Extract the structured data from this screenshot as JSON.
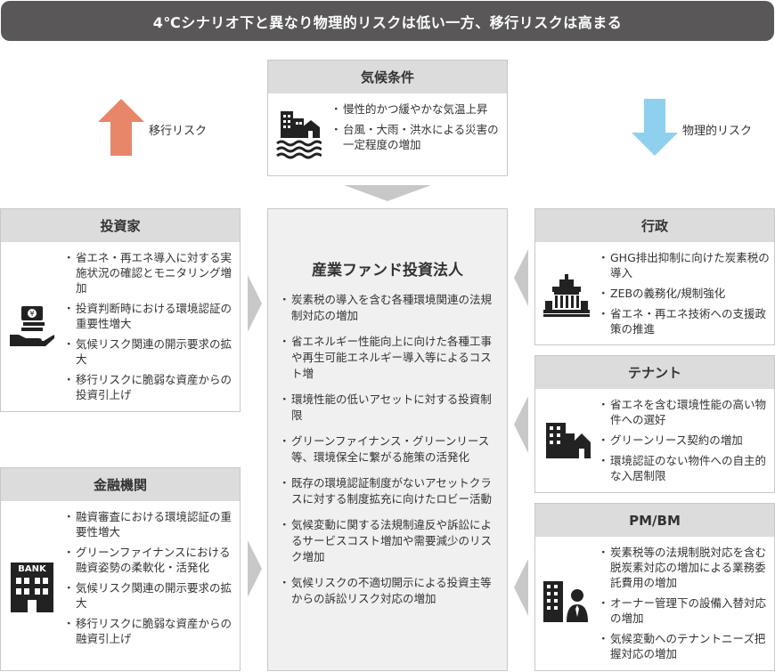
{
  "banner": {
    "title": "4℃シナリオ下と異なり物理的リスクは低い一方、移行リスクは高まる"
  },
  "climate": {
    "title": "気候条件",
    "items": [
      "慢性的かつ緩やかな気温上昇",
      "台風・大雨・洪水による災害の一定程度の増加"
    ]
  },
  "risks": {
    "transition_label": "移行リスク",
    "physical_label": "物理的リスク",
    "transition_color": "#e8866a",
    "physical_color": "#8fd0ef"
  },
  "investors": {
    "title": "投資家",
    "items": [
      "省エネ・再エネ導入に対する実施状況の確認とモニタリング増加",
      "投資判断時における環境認証の重要性増大",
      "気候リスク関連の開示要求の拡大",
      "移行リスクに脆弱な資産からの投資引上げ"
    ]
  },
  "financial": {
    "title": "金融機関",
    "icon_text": "BANK",
    "items": [
      "融資審査における環境認証の重要性増大",
      "グリーンファイナンスにおける融資姿勢の柔軟化・活発化",
      "気候リスク関連の開示要求の拡大",
      "移行リスクに脆弱な資産からの融資引上げ"
    ]
  },
  "center": {
    "title": "産業ファンド投資法人",
    "items": [
      "炭素税の導入を含む各種環境関連の法規制対応の増加",
      "省エネルギー性能向上に向けた各種工事や再生可能エネルギー導入等によるコスト増",
      "環境性能の低いアセットに対する投資制限",
      "グリーンファイナンス・グリーンリース等、環境保全に繋がる施策の活発化",
      "既存の環境認証制度がないアセットクラスに対する制度拡充に向けたロビー活動",
      "気候変動に関する法規制違反や訴訟によるサービスコスト増加や需要減少のリスク増加",
      "気候リスクの不適切開示による投資主等からの訴訟リスク対応の増加"
    ]
  },
  "government": {
    "title": "行政",
    "items": [
      "GHG排出抑制に向けた炭素税の導入",
      "ZEBの義務化/規制強化",
      "省エネ・再エネ技術への支援政策の推進"
    ]
  },
  "tenant": {
    "title": "テナント",
    "items": [
      "省エネを含む環境性能の高い物件への選好",
      "グリーンリース契約の増加",
      "環境認証のない物件への自主的な入居制限"
    ]
  },
  "pmbm": {
    "title": "PM/BM",
    "items": [
      "炭素税等の法規制脱対応を含む脱炭素対応の増加による業務委託費用の増加",
      "オーナー管理下の設備入替対応の増加",
      "気候変動へのテナントニーズ把握対応の増加"
    ]
  }
}
